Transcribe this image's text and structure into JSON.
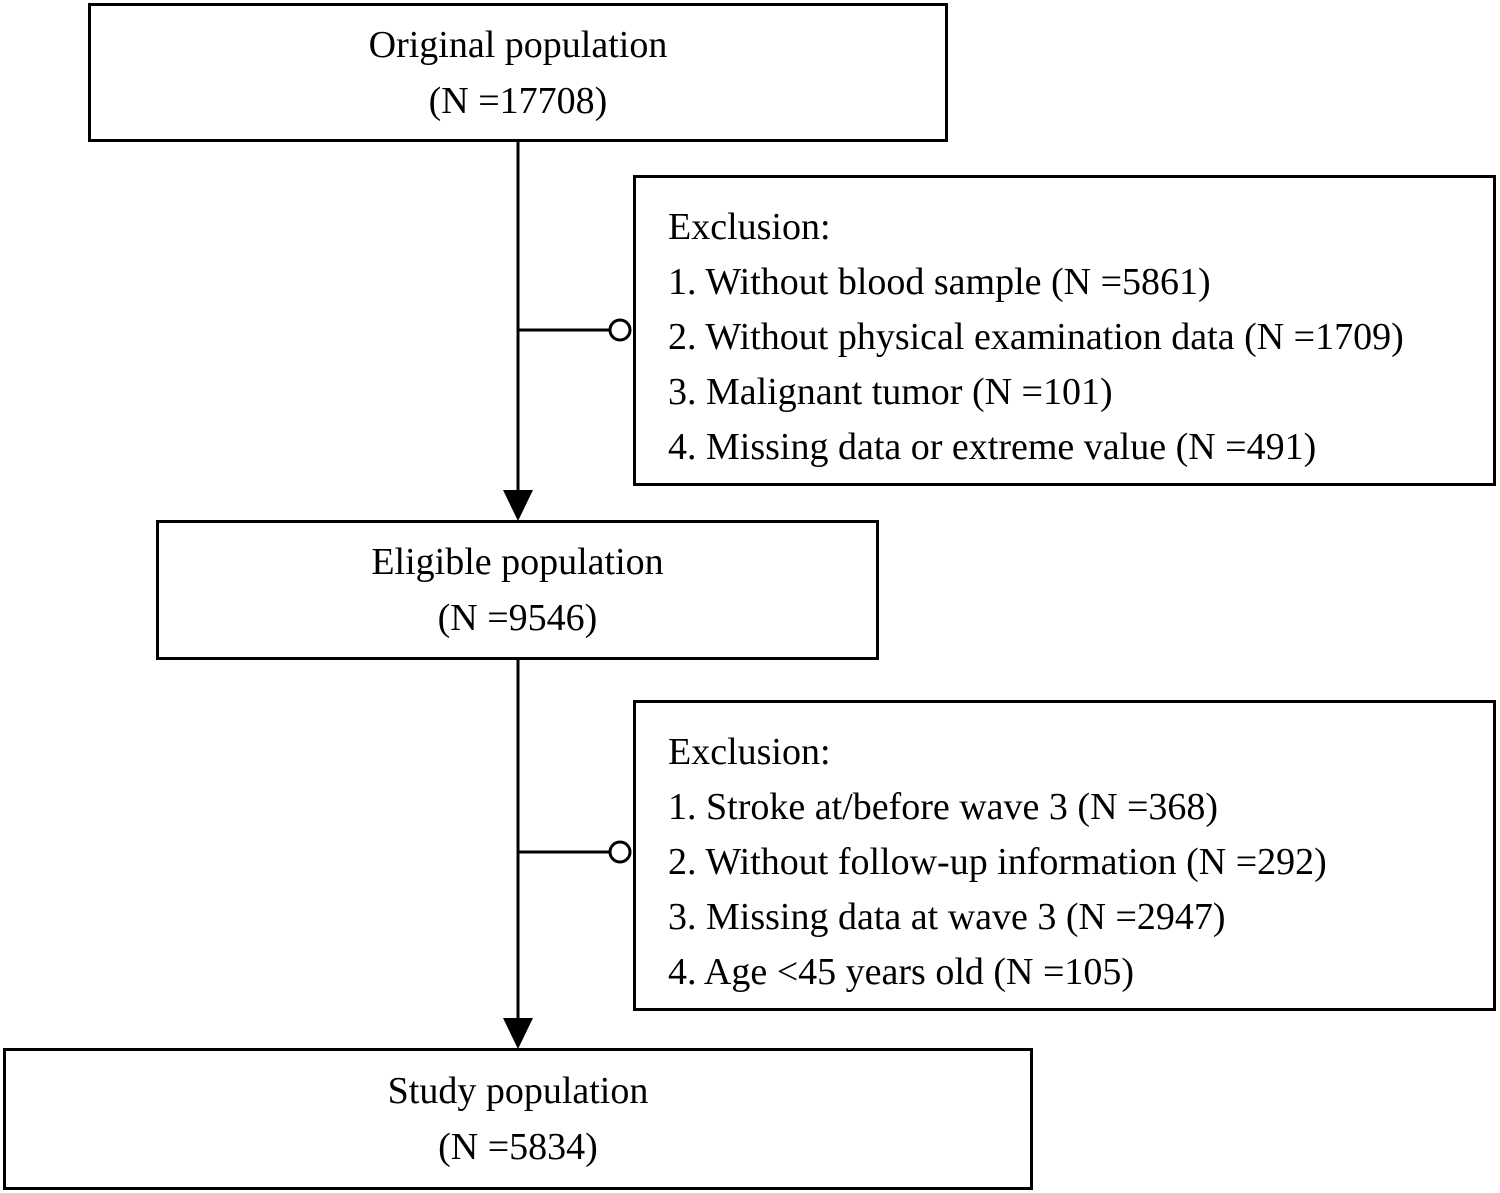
{
  "boxes": {
    "original": {
      "title": "Original population",
      "count": "(N =17708)"
    },
    "eligible": {
      "title": "Eligible population",
      "count": "(N =9546)"
    },
    "study": {
      "title": "Study population",
      "count": "(N =5834)"
    }
  },
  "exclusions": [
    {
      "heading": "Exclusion:",
      "items": [
        "1. Without blood sample (N =5861)",
        "2. Without physical examination data (N =1709)",
        "3. Malignant tumor (N =101)",
        "4. Missing data or extreme value (N =491)"
      ]
    },
    {
      "heading": "Exclusion:",
      "items": [
        "1. Stroke at/before wave 3 (N =368)",
        "2. Without follow-up information (N =292)",
        "3. Missing data at wave 3 (N =2947)",
        "4. Age <45 years old (N =105)"
      ]
    }
  ]
}
